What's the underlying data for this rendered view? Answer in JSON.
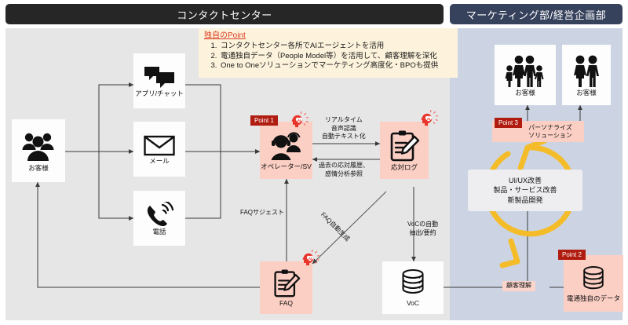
{
  "headers": {
    "left": "コンタクトセンター",
    "right": "マーケティング部/経営企画部"
  },
  "point_note": {
    "title": "独自のPoint",
    "items": [
      "コンタクトセンター各所でAIエージェントを活用",
      "電通独自データ（People Model等）を活用して、顧客理解を深化",
      "One to Oneソリューションでマーケティング高度化・BPOも提供"
    ]
  },
  "nodes": {
    "customer_left": {
      "label": "お客様",
      "icon": "people-group-icon"
    },
    "app_chat": {
      "label": "アプリ/チャット",
      "icon": "chat-bubbles-icon"
    },
    "mail": {
      "label": "メール",
      "icon": "envelope-icon"
    },
    "phone": {
      "label": "電話",
      "icon": "ringing-phone-icon"
    },
    "operator": {
      "label": "オペレーター/SV",
      "icon": "headset-agents-icon"
    },
    "response_log": {
      "label": "応対ログ",
      "icon": "clipboard-pencil-icon"
    },
    "faq": {
      "label": "FAQ",
      "icon": "clipboard-pencil-icon"
    },
    "voc": {
      "label": "VoC",
      "icon": "database-cylinder-icon"
    },
    "dentsu_data": {
      "label": "電通独自のデータ",
      "icon": "database-cylinder-icon"
    },
    "customer_family": {
      "label": "お客様",
      "icon": "family-icon"
    },
    "customer_couple": {
      "label": "お客様",
      "icon": "couple-icon"
    }
  },
  "point_tags": {
    "point1": "Point 1",
    "point2": "Point 2",
    "point3": "Point 3"
  },
  "edge_labels": {
    "realtime_voice": "リアルタイム\n音声認識\n自動テキスト化",
    "history_emotion": "過去の応対履歴、\n感情分析参照",
    "faq_suggest": "FAQサジェスト",
    "faq_autogen": "FAQ自動生成",
    "voc_extract": "VoCの自動\n抽出/要約",
    "customer_understanding": "顧客理解"
  },
  "right_panel": {
    "personalize": "パーソナライズ\nソリューション",
    "improvements": "UI/UX改善\n製品・サービス改善\n新製品開発"
  },
  "ai_badge_label": "AI",
  "colors": {
    "header_left_bg": "#262626",
    "header_right_bg": "#36415c",
    "panel_left_bg": "#e6e6e6",
    "panel_right_bg": "#ccd4e4",
    "note_bg": "#fdf3dc",
    "note_title": "#d93b1e",
    "pink_node": "#fbcfc4",
    "point_tag": "#b01c10",
    "cycle_arrow": "#f5bc2a"
  }
}
